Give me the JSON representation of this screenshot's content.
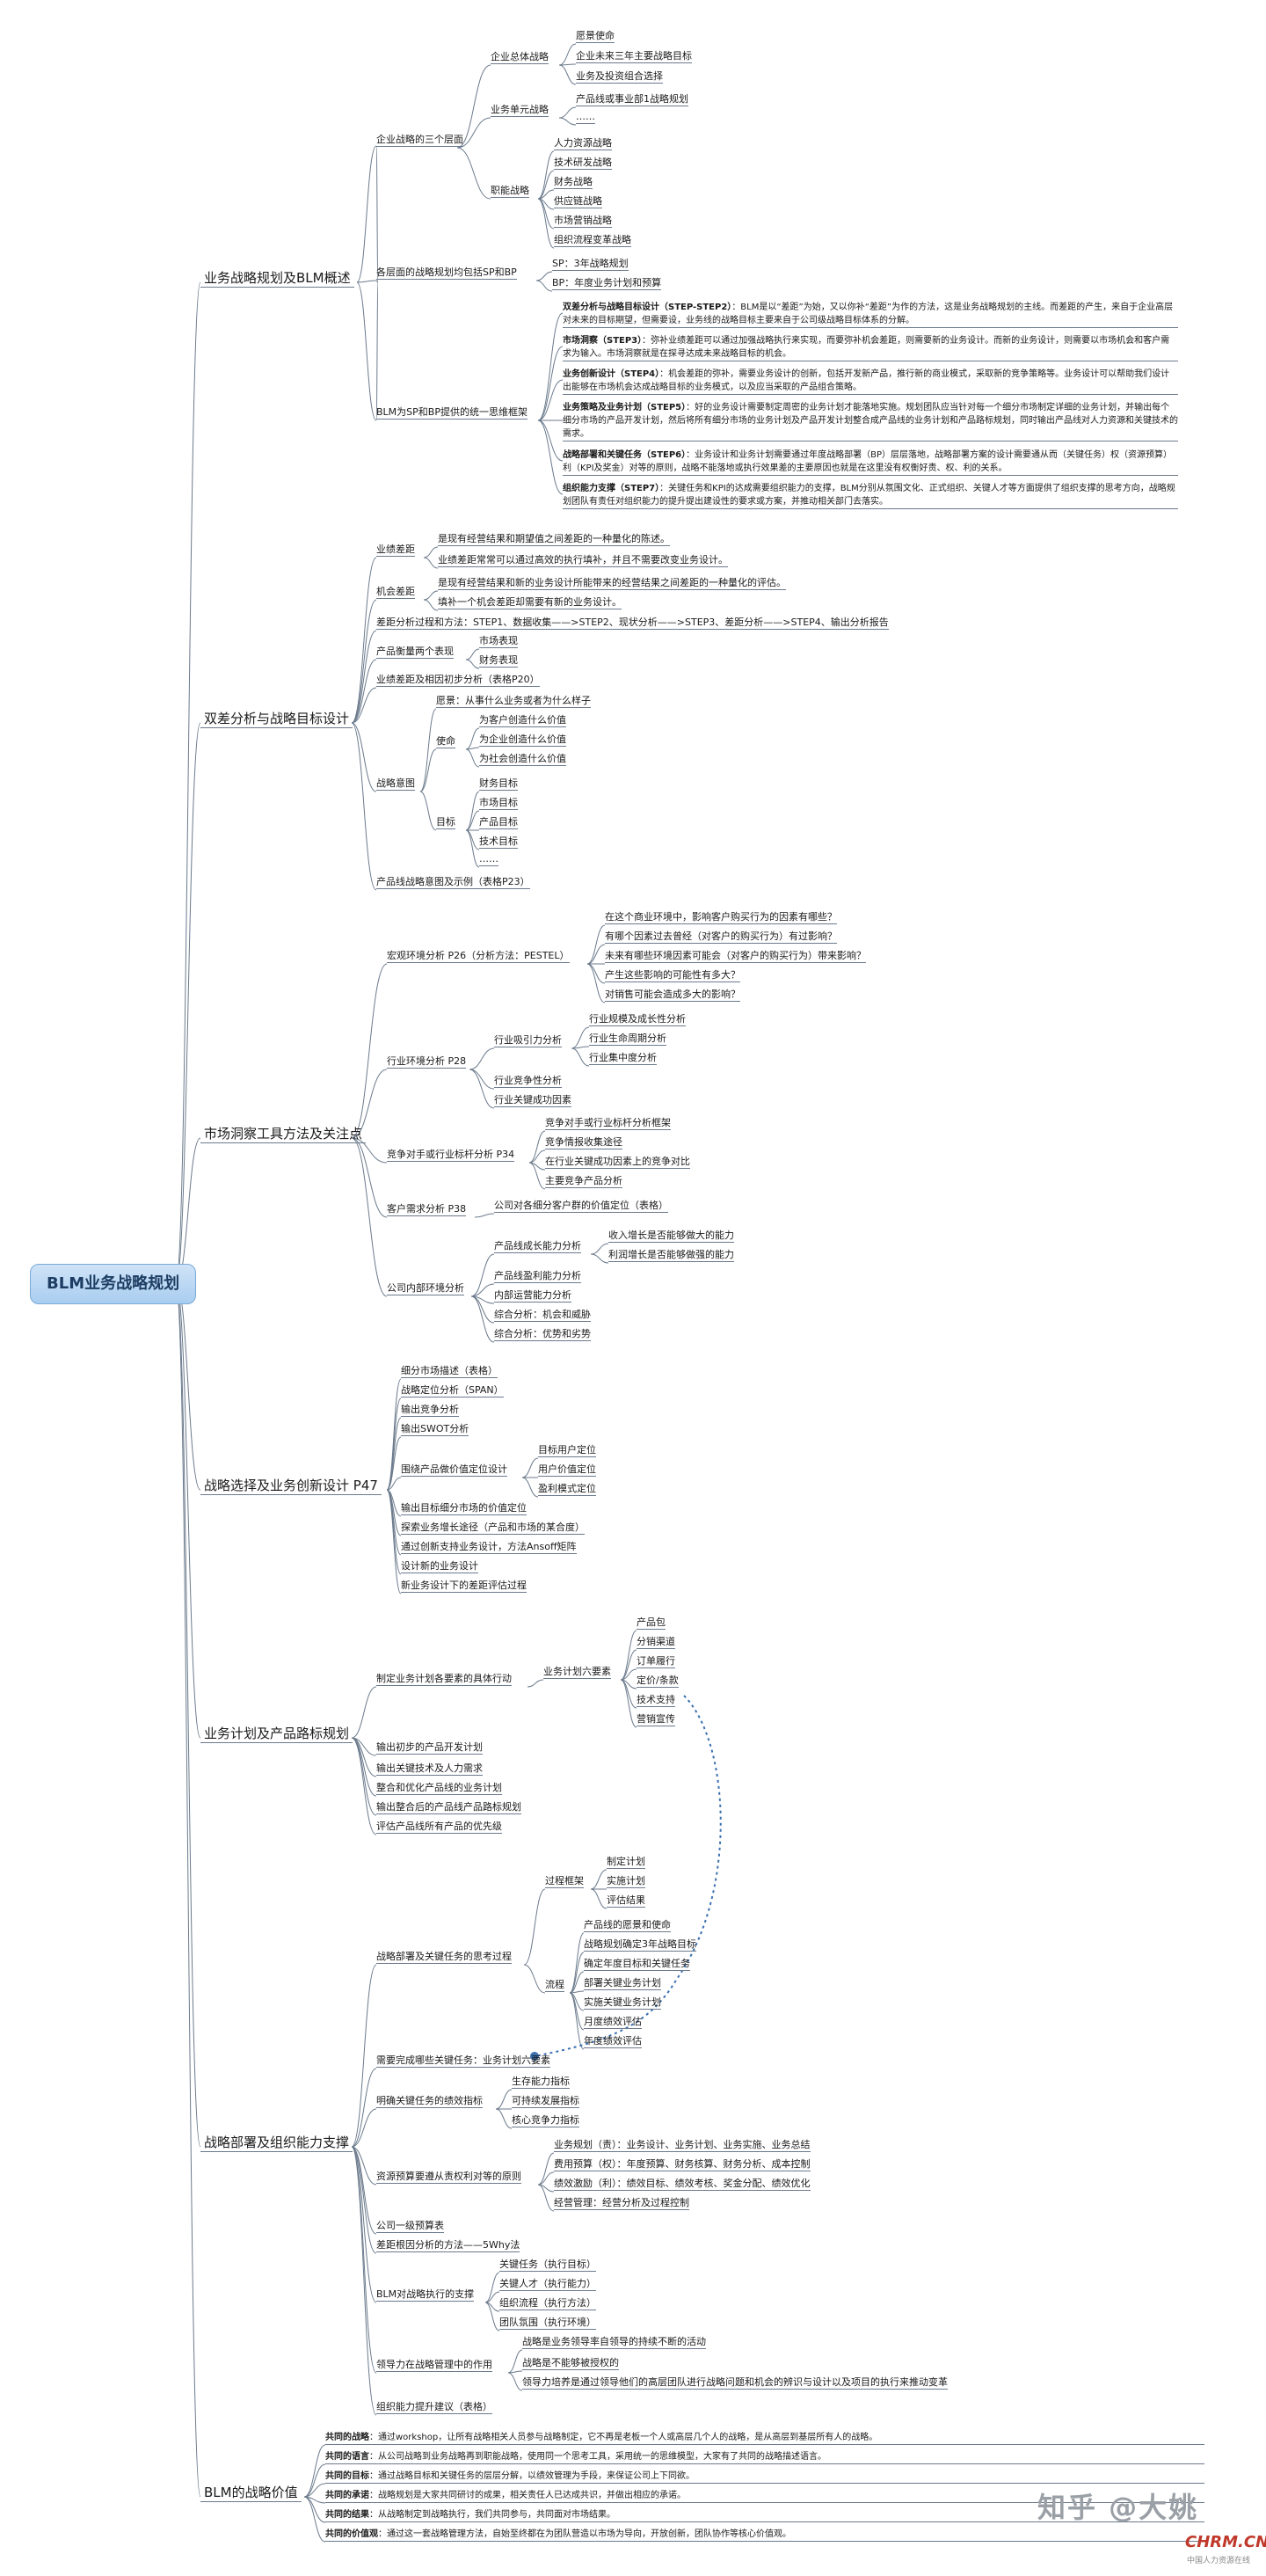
{
  "root": "BLM业务战略规划",
  "l1": [
    "业务战略规划及BLM概述",
    "双差分析与战略目标设计",
    "市场洞察工具方法及关注点",
    "战略选择及业务创新设计 P47",
    "业务计划及产品路标规划",
    "战略部署及组织能力支撑",
    "BLM的战略价值"
  ],
  "s1": {
    "a": "企业战略的三个层面",
    "a1": "企业总体战略",
    "a1c": [
      "愿景使命",
      "企业未来三年主要战略目标",
      "业务及投资组合选择"
    ],
    "a2": "业务单元战略",
    "a2c": [
      "产品线或事业部1战略规划",
      "……"
    ],
    "a3": "职能战略",
    "a3c": [
      "人力资源战略",
      "技术研发战略",
      "财务战略",
      "供应链战略",
      "市场营销战略",
      "组织流程变革战略"
    ],
    "b": "各层面的战略规划均包括SP和BP",
    "bc": [
      "SP：3年战略规划",
      "BP：年度业务计划和预算"
    ],
    "c": "BLM为SP和BP提供的统一思维框架",
    "notes": [
      {
        "h": "双差分析与战略目标设计（STEP-STEP2）",
        "t": "：BLM是以“差距”为始，又以你补“差距”为作的方法，这是业务战略规划的主线。而差距的产生，来自于企业高层对未来的目标期望，但需要设，业务线的战略目标主要来自于公司级战略目标体系的分解。"
      },
      {
        "h": "市场洞察（STEP3）",
        "t": "：弥补业绩差距可以通过加强战略执行来实现，而要弥补机会差距，则需要新的业务设计。而新的业务设计，则需要以市场机会和客户需求为输入。市场洞察就是在探寻达成未来战略目标的机会。"
      },
      {
        "h": "业务创新设计（STEP4）",
        "t": "：机会差距的弥补，需要业务设计的创新，包括开发新产品，推行新的商业模式，采取新的竞争策略等。业务设计可以帮助我们设计出能够在市场机会达成战略目标的业务模式，以及应当采取的产品组合策略。"
      },
      {
        "h": "业务策略及业务计划（STEP5）",
        "t": "：好的业务设计需要制定周密的业务计划才能落地实施。规划团队应当针对每一个细分市场制定详细的业务计划，并输出每个细分市场的产品开发计划，然后将所有细分市场的业务计划及产品开发计划整合成产品线的业务计划和产品路标规划，同时输出产品线对人力资源和关键技术的需求。"
      },
      {
        "h": "战略部署和关键任务（STEP6）",
        "t": "：业务设计和业务计划需要通过年度战略部署（BP）层层落地，战略部署方案的设计需要通从而（关键任务）权（资源预算）利（KPI及奖金）对等的原则，战略不能落地或执行效果差的主要原因也就是在这里没有权衡好责、权、利的关系。"
      },
      {
        "h": "组织能力支撑（STEP7）",
        "t": "：关键任务和KPI的达成需要组织能力的支撑，BLM分别从氛围文化、正式组织、关键人才等方面提供了组织支撑的思考方向，战略规划团队有责任对组织能力的提升提出建设性的要求或方案，并推动相关部门去落实。"
      }
    ]
  },
  "s2": {
    "a": "业绩差距",
    "ac": [
      "是现有经营结果和期望值之间差距的一种量化的陈述。",
      "业绩差距常常可以通过高效的执行填补，并且不需要改变业务设计。"
    ],
    "b": "机会差距",
    "bc": [
      "是现有经营结果和新的业务设计所能带来的经营结果之间差距的一种量化的评估。",
      "填补一个机会差距却需要有新的业务设计。"
    ],
    "c": "差距分析过程和方法：STEP1、数据收集——>STEP2、现状分析——>STEP3、差距分析——>STEP4、输出分析报告",
    "d": "产品衡量两个表现",
    "dc": [
      "市场表现",
      "财务表现"
    ],
    "e": "业绩差距及相因初步分析（表格P20）",
    "f": "战略意图",
    "f1": "愿景：从事什么业务或者为什么样子",
    "f2": "使命",
    "f2c": [
      "为客户创造什么价值",
      "为企业创造什么价值",
      "为社会创造什么价值"
    ],
    "f3": "目标",
    "f3c": [
      "财务目标",
      "市场目标",
      "产品目标",
      "技术目标",
      "……"
    ],
    "g": "产品线战略意图及示例（表格P23）"
  },
  "s3": {
    "a": "宏观环境分析 P26（分析方法：PESTEL）",
    "ac": [
      "在这个商业环境中，影响客户购买行为的因素有哪些？",
      "有哪个因素过去曾经（对客户的购买行为）有过影响？",
      "未来有哪些环境因素可能会（对客户的购买行为）带来影响？",
      "产生这些影响的可能性有多大？",
      "对销售可能会造成多大的影响？"
    ],
    "b": "行业环境分析 P28",
    "b1": "行业吸引力分析",
    "b1c": [
      "行业规模及成长性分析",
      "行业生命周期分析",
      "行业集中度分析"
    ],
    "b2": "行业竞争性分析",
    "b3": "行业关键成功因素",
    "c": "竞争对手或行业标杆分析 P34",
    "cc": [
      "竞争对手或行业标杆分析框架",
      "竞争情报收集途径",
      "在行业关键成功因素上的竞争对比",
      "主要竞争产品分析"
    ],
    "d": "客户需求分析 P38",
    "dc": "公司对各细分客户群的价值定位（表格）",
    "e": "公司内部环境分析",
    "e1": "产品线成长能力分析",
    "e1c": [
      "收入增长是否能够做大的能力",
      "利润增长是否能够做强的能力"
    ],
    "e2": "产品线盈利能力分析",
    "e3": "内部运营能力分析",
    "e4": "综合分析：机会和威胁",
    "e5": "综合分析：优势和劣势"
  },
  "s4": {
    "items1": [
      "细分市场描述（表格）",
      "战略定位分析（SPAN）",
      "输出竞争分析",
      "输出SWOT分析"
    ],
    "a": "围绕产品做价值定位设计",
    "ac": [
      "目标用户定位",
      "用户价值定位",
      "盈利模式定位"
    ],
    "items2": [
      "输出目标细分市场的价值定位",
      "探索业务增长途径（产品和市场的某合度）",
      "通过创新支持业务设计，方法Ansoff矩阵",
      "设计新的业务设计",
      "新业务设计下的差距评估过程"
    ]
  },
  "s5": {
    "a": "制定业务计划各要素的具体行动",
    "a1": "业务计划六要素",
    "a1c": [
      "产品包",
      "分销渠道",
      "订单履行",
      "定价/条款",
      "技术支持",
      "营销宣传"
    ],
    "items": [
      "输出初步的产品开发计划",
      "输出关键技术及人力需求",
      "整合和优化产品线的业务计划",
      "输出整合后的产品线产品路标规划",
      "评估产品线所有产品的优先级"
    ]
  },
  "s6": {
    "a": "战略部署及关键任务的思考过程",
    "a1": "过程框架",
    "a1c": [
      "制定计划",
      "实施计划",
      "评估结果"
    ],
    "a2": "流程",
    "a2c": [
      "产品线的愿景和使命",
      "战略规划确定3年战略目标",
      "确定年度目标和关键任务",
      "部署关键业务计划",
      "实施关键业务计划",
      "月度绩效评估",
      "年度绩效评估"
    ],
    "b": "需要完成哪些关键任务：业务计划六要素",
    "c": "明确关键任务的绩效指标",
    "cc": [
      "生存能力指标",
      "可持续发展指标",
      "核心竞争力指标"
    ],
    "d": "资源预算要遵从责权利对等的原则",
    "dc": [
      "业务规划（责）：业务设计、业务计划、业务实施、业务总结",
      "费用预算（权）：年度预算、财务核算、财务分析、成本控制",
      "绩效激励（利）：绩效目标、绩效考核、奖金分配、绩效优化",
      "经营管理：经营分析及过程控制"
    ],
    "e": "公司一级预算表",
    "f": "差距根因分析的方法——5Why法",
    "g": "BLM对战略执行的支撑",
    "gc": [
      "关键任务（执行目标）",
      "关键人才（执行能力）",
      "组织流程（执行方法）",
      "团队氛围（执行环境）"
    ],
    "h": "领导力在战略管理中的作用",
    "hc": [
      "战略是业务领导率自领导的持续不断的活动",
      "战略是不能够被授权的",
      "领导力培养是通过领导他们的高层团队进行战略问题和机会的辨识与设计以及项目的执行来推动变革"
    ],
    "i": "组织能力提升建议（表格）"
  },
  "s7": [
    {
      "h": "共同的战略",
      "t": "：通过workshop，让所有战略相关人员参与战略制定，它不再是老板一个人或高层几个人的战略，是从高层到基层所有人的战略。"
    },
    {
      "h": "共同的语言",
      "t": "：从公司战略到业务战略再到职能战略，使用同一个思考工具，采用统一的思维模型，大家有了共同的战略描述语言。"
    },
    {
      "h": "共同的目标",
      "t": "：通过战略目标和关键任务的层层分解，以绩效管理为手段，来保证公司上下同欲。"
    },
    {
      "h": "共同的承诺",
      "t": "：战略规划是大家共同研讨的成果，相关责任人已达成共识，并做出相应的承诺。"
    },
    {
      "h": "共同的结果",
      "t": "：从战略制定到战略执行，我们共同参与，共同面对市场结果。"
    },
    {
      "h": "共同的价值观",
      "t": "：通过这一套战略管理方法，自始至终都在为团队营造以市场为导向，开放创新，团队协作等核心价值观。"
    }
  ],
  "watermark": "知乎 @大姚",
  "logo": "CHRM.CN",
  "logo_cn": "中国人力资源在线",
  "colors": {
    "line": "#6b7a8c",
    "dotted": "#3a6fb0",
    "root_fill": "#b9d6f3"
  }
}
